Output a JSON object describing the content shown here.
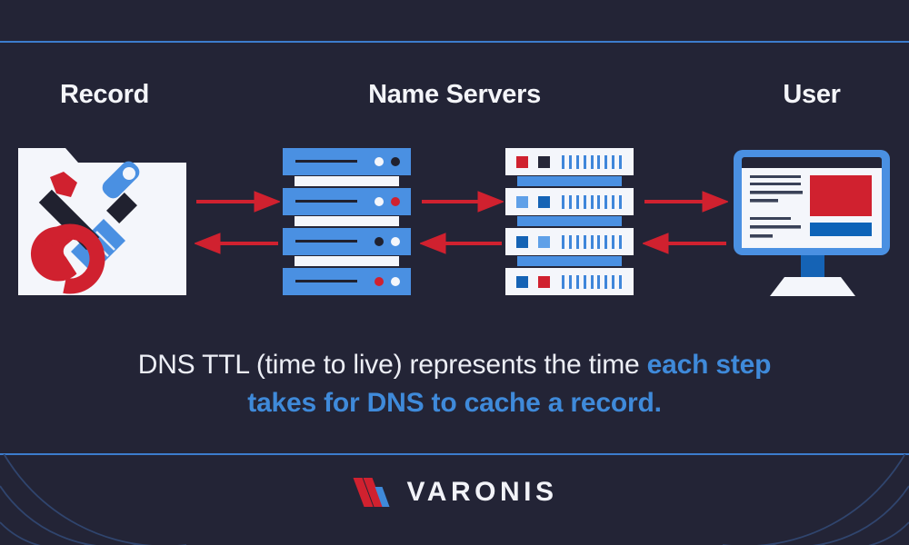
{
  "theme": {
    "background": "#232436",
    "rule_color": "#3c7ccd",
    "accent_blue": "#4a90e2",
    "accent_red": "#d0212f",
    "deep_blue": "#0d63b8",
    "navy": "#20212f",
    "panel_white": "#f4f6fb",
    "text_light": "#f4f5f9",
    "text_highlight": "#3f8ada"
  },
  "columns": {
    "record": {
      "title": "Record",
      "icon": "folder-tools-icon"
    },
    "name_servers": {
      "title": "Name Servers",
      "icon": "server-rack-icon"
    },
    "user": {
      "title": "User",
      "icon": "desktop-monitor-icon"
    }
  },
  "flow": {
    "arrows": [
      {
        "name": "arrow-record-to-servers",
        "direction": "right",
        "color": "#d0212f"
      },
      {
        "name": "arrow-servers-to-record",
        "direction": "left",
        "color": "#d0212f"
      },
      {
        "name": "arrow-servers-a-to-b",
        "direction": "right",
        "color": "#d0212f"
      },
      {
        "name": "arrow-servers-b-to-a",
        "direction": "left",
        "color": "#d0212f"
      },
      {
        "name": "arrow-servers-to-user",
        "direction": "right",
        "color": "#d0212f"
      },
      {
        "name": "arrow-user-to-servers",
        "direction": "left",
        "color": "#d0212f"
      }
    ]
  },
  "rack_a": {
    "label": "blue-server-units",
    "units": [
      {
        "dot_left": "#f4f6fb",
        "dot_right": "#20212f"
      },
      {
        "dot_left": "#f4f6fb",
        "dot_right": "#d0212f"
      },
      {
        "dot_left": "#20212f",
        "dot_right": "#f4f6fb"
      },
      {
        "dot_left": "#d0212f",
        "dot_right": "#f4f6fb"
      }
    ]
  },
  "rack_b": {
    "label": "white-server-units",
    "bar_count": 9,
    "units": [
      {
        "square_left": "#d0212f",
        "square_right": "#262738"
      },
      {
        "square_left": "#5fa0e8",
        "square_right": "#1563b5"
      },
      {
        "square_left": "#1563b5",
        "square_right": "#5fa0e8"
      },
      {
        "square_left": "#1563b5",
        "square_right": "#d0212f"
      }
    ]
  },
  "monitor": {
    "title_bar": "#232436",
    "bezel": "#4a90e2",
    "screen": "#f4f6fb",
    "block_primary": "#d0212f",
    "block_secondary": "#0d63b8",
    "text_line_groups": [
      [
        84,
        84,
        88,
        46
      ],
      [
        68,
        84,
        38
      ]
    ]
  },
  "caption": {
    "plain": "DNS TTL (time to live) represents the time ",
    "highlight": "each step takes for DNS to cache a record."
  },
  "logo": {
    "wordmark": "VARONIS",
    "mark_name": "varonis-slashes-logo",
    "slash_colors": [
      "#d0212f",
      "#d0212f",
      "#3f8ada"
    ]
  }
}
